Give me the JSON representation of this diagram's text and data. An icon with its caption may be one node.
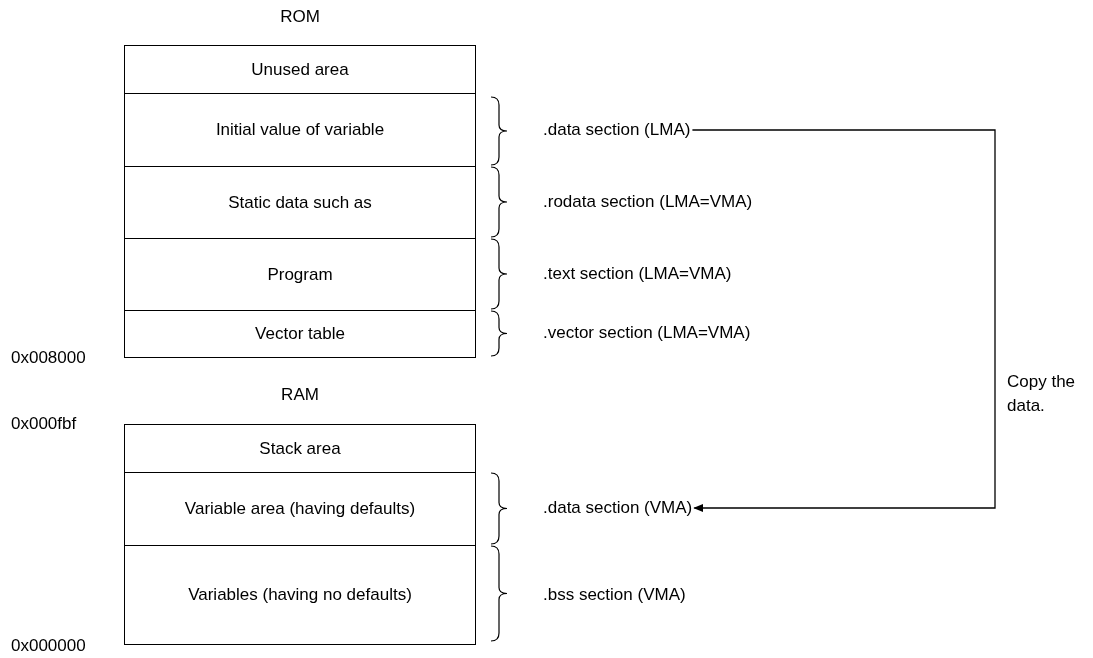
{
  "diagram": {
    "nodes": [
      {
        "text": [
          "Unused area"
        ]
      },
      {
        "text": [
          "Initial value of variable"
        ]
      },
      {
        "text": [
          "Static data such as"
        ]
      },
      {
        "text": [
          "Program"
        ]
      },
      {
        "text": [
          "Vector table"
        ]
      },
      {
        "text": [
          "Stack area"
        ]
      },
      {
        "text": [
          "Variable area (having defaults)"
        ]
      },
      {
        "text": [
          "Variables (having no defaults)"
        ]
      },
      {
        "text": [
          ".data section (LMA)"
        ]
      },
      {
        "text": [
          ".data section (VMA)"
        ]
      }
    ],
    "edges": [
      {
        "from": 8,
        "to": 9,
        "arrow": "to",
        "label": "Copy the data."
      }
    ],
    "labels": [
      "ROM",
      ".rodata section (LMA=VMA)",
      ".text section (LMA=VMA)",
      ".vector section (LMA=VMA)",
      "0x008000",
      "RAM",
      "0x000fbf",
      ".bss section (VMA)",
      "0x000000"
    ]
  }
}
